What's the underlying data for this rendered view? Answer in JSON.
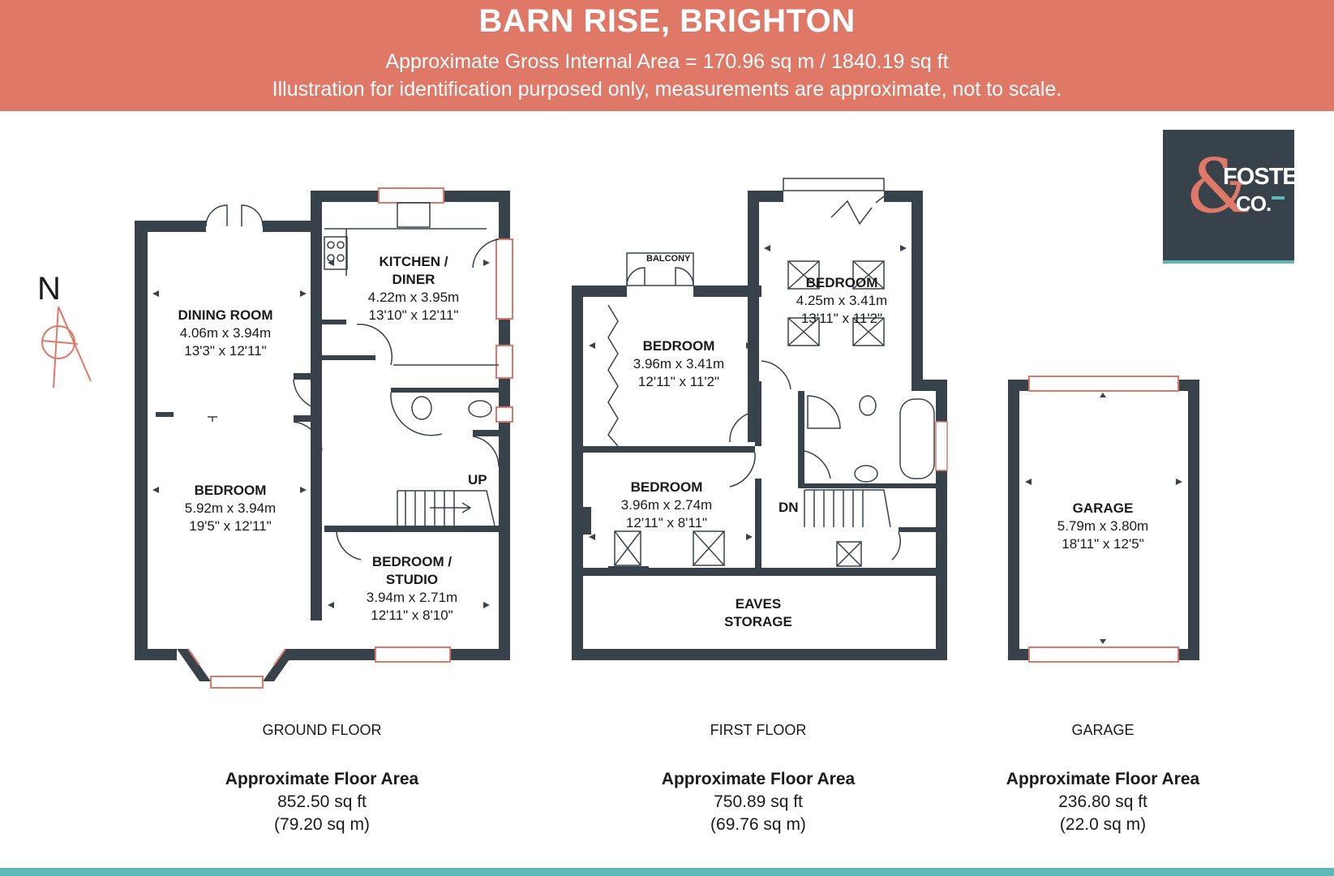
{
  "header": {
    "title": "BARN RISE, BRIGHTON",
    "subtitle_area": "Approximate Gross Internal Area = 170.96 sq m / 1840.19 sq ft",
    "subtitle_disclaimer": "Illustration for identification purposed only, measurements are approximate, not to scale."
  },
  "logo": {
    "line1": "FOSTER",
    "line2": "CO.",
    "symbol": "&"
  },
  "compass": {
    "label": "N"
  },
  "rooms": {
    "dining": {
      "name": "DINING ROOM",
      "metric": "4.06m x 3.94m",
      "imperial": "13'3\" x 12'11\""
    },
    "kitchen": {
      "name1": "KITCHEN /",
      "name2": "DINER",
      "metric": "4.22m x 3.95m",
      "imperial": "13'10\" x 12'11\""
    },
    "bedroom_ground": {
      "name": "BEDROOM",
      "metric": "5.92m x 3.94m",
      "imperial": "19'5\" x 12'11\""
    },
    "studio": {
      "name1": "BEDROOM /",
      "name2": "STUDIO",
      "metric": "3.94m x 2.71m",
      "imperial": "12'11\" x 8'10\""
    },
    "bedroom_first_a": {
      "name": "BEDROOM",
      "metric": "3.96m x 3.41m",
      "imperial": "12'11\" x 11'2\""
    },
    "bedroom_first_b": {
      "name": "BEDROOM",
      "metric": "4.25m x 3.41m",
      "imperial": "13'11\" x 11'2\""
    },
    "bedroom_first_c": {
      "name": "BEDROOM",
      "metric": "3.96m x 2.74m",
      "imperial": "12'11\" x 8'11\""
    },
    "eaves": {
      "name1": "EAVES",
      "name2": "STORAGE"
    },
    "garage": {
      "name": "GARAGE",
      "metric": "5.79m x 3.80m",
      "imperial": "18'11\" x 12'5\""
    }
  },
  "markers": {
    "up": "UP",
    "down": "DN",
    "balcony": "BALCONY"
  },
  "floors": [
    {
      "name": "GROUND FLOOR",
      "heading": "Approximate Floor Area",
      "sqft": "852.50 sq ft",
      "sqm": "(79.20 sq m)"
    },
    {
      "name": "FIRST FLOOR",
      "heading": "Approximate Floor Area",
      "sqft": "750.89 sq ft",
      "sqm": "(69.76 sq m)"
    },
    {
      "name": "GARAGE",
      "heading": "Approximate Floor Area",
      "sqft": "236.80 sq ft",
      "sqm": "(22.0 sq m)"
    }
  ],
  "colors": {
    "header": "#e07868",
    "wall": "#37424a",
    "accent": "#5fb8b8",
    "window": "#e07868"
  }
}
